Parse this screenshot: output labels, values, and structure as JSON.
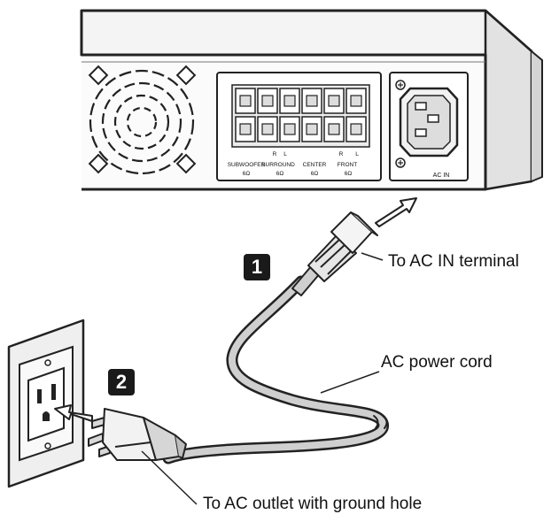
{
  "steps": {
    "step1": "1",
    "step2": "2"
  },
  "callouts": {
    "ac_in_terminal": "To AC IN terminal",
    "power_cord": "AC power cord",
    "ac_outlet": "To AC outlet with ground hole"
  },
  "panel_labels": {
    "subwoofer": "SUBWOOFER",
    "surround": "SURROUND",
    "center": "CENTER",
    "front": "FRONT",
    "ohm": "6Ω",
    "r": "R",
    "l": "L",
    "ac_in": "AC IN"
  }
}
